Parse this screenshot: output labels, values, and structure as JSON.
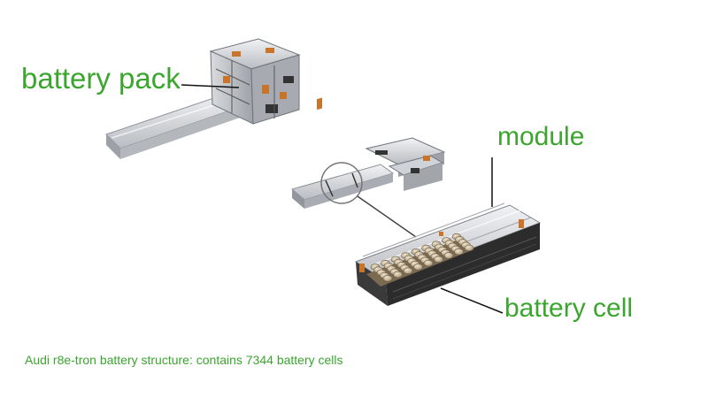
{
  "labels": {
    "battery_pack": "battery pack",
    "module": "module",
    "battery_cell": "battery cell"
  },
  "caption": "Audi r8e-tron battery structure: contains 7344 battery cells",
  "colors": {
    "label_green": "#3aa62e",
    "leader_line": "#111111",
    "casing_silver": "#c9ccd0",
    "casing_dark": "#2c2c2c",
    "connector_orange": "#c8742a",
    "cell_tan": "#c8b79a"
  }
}
